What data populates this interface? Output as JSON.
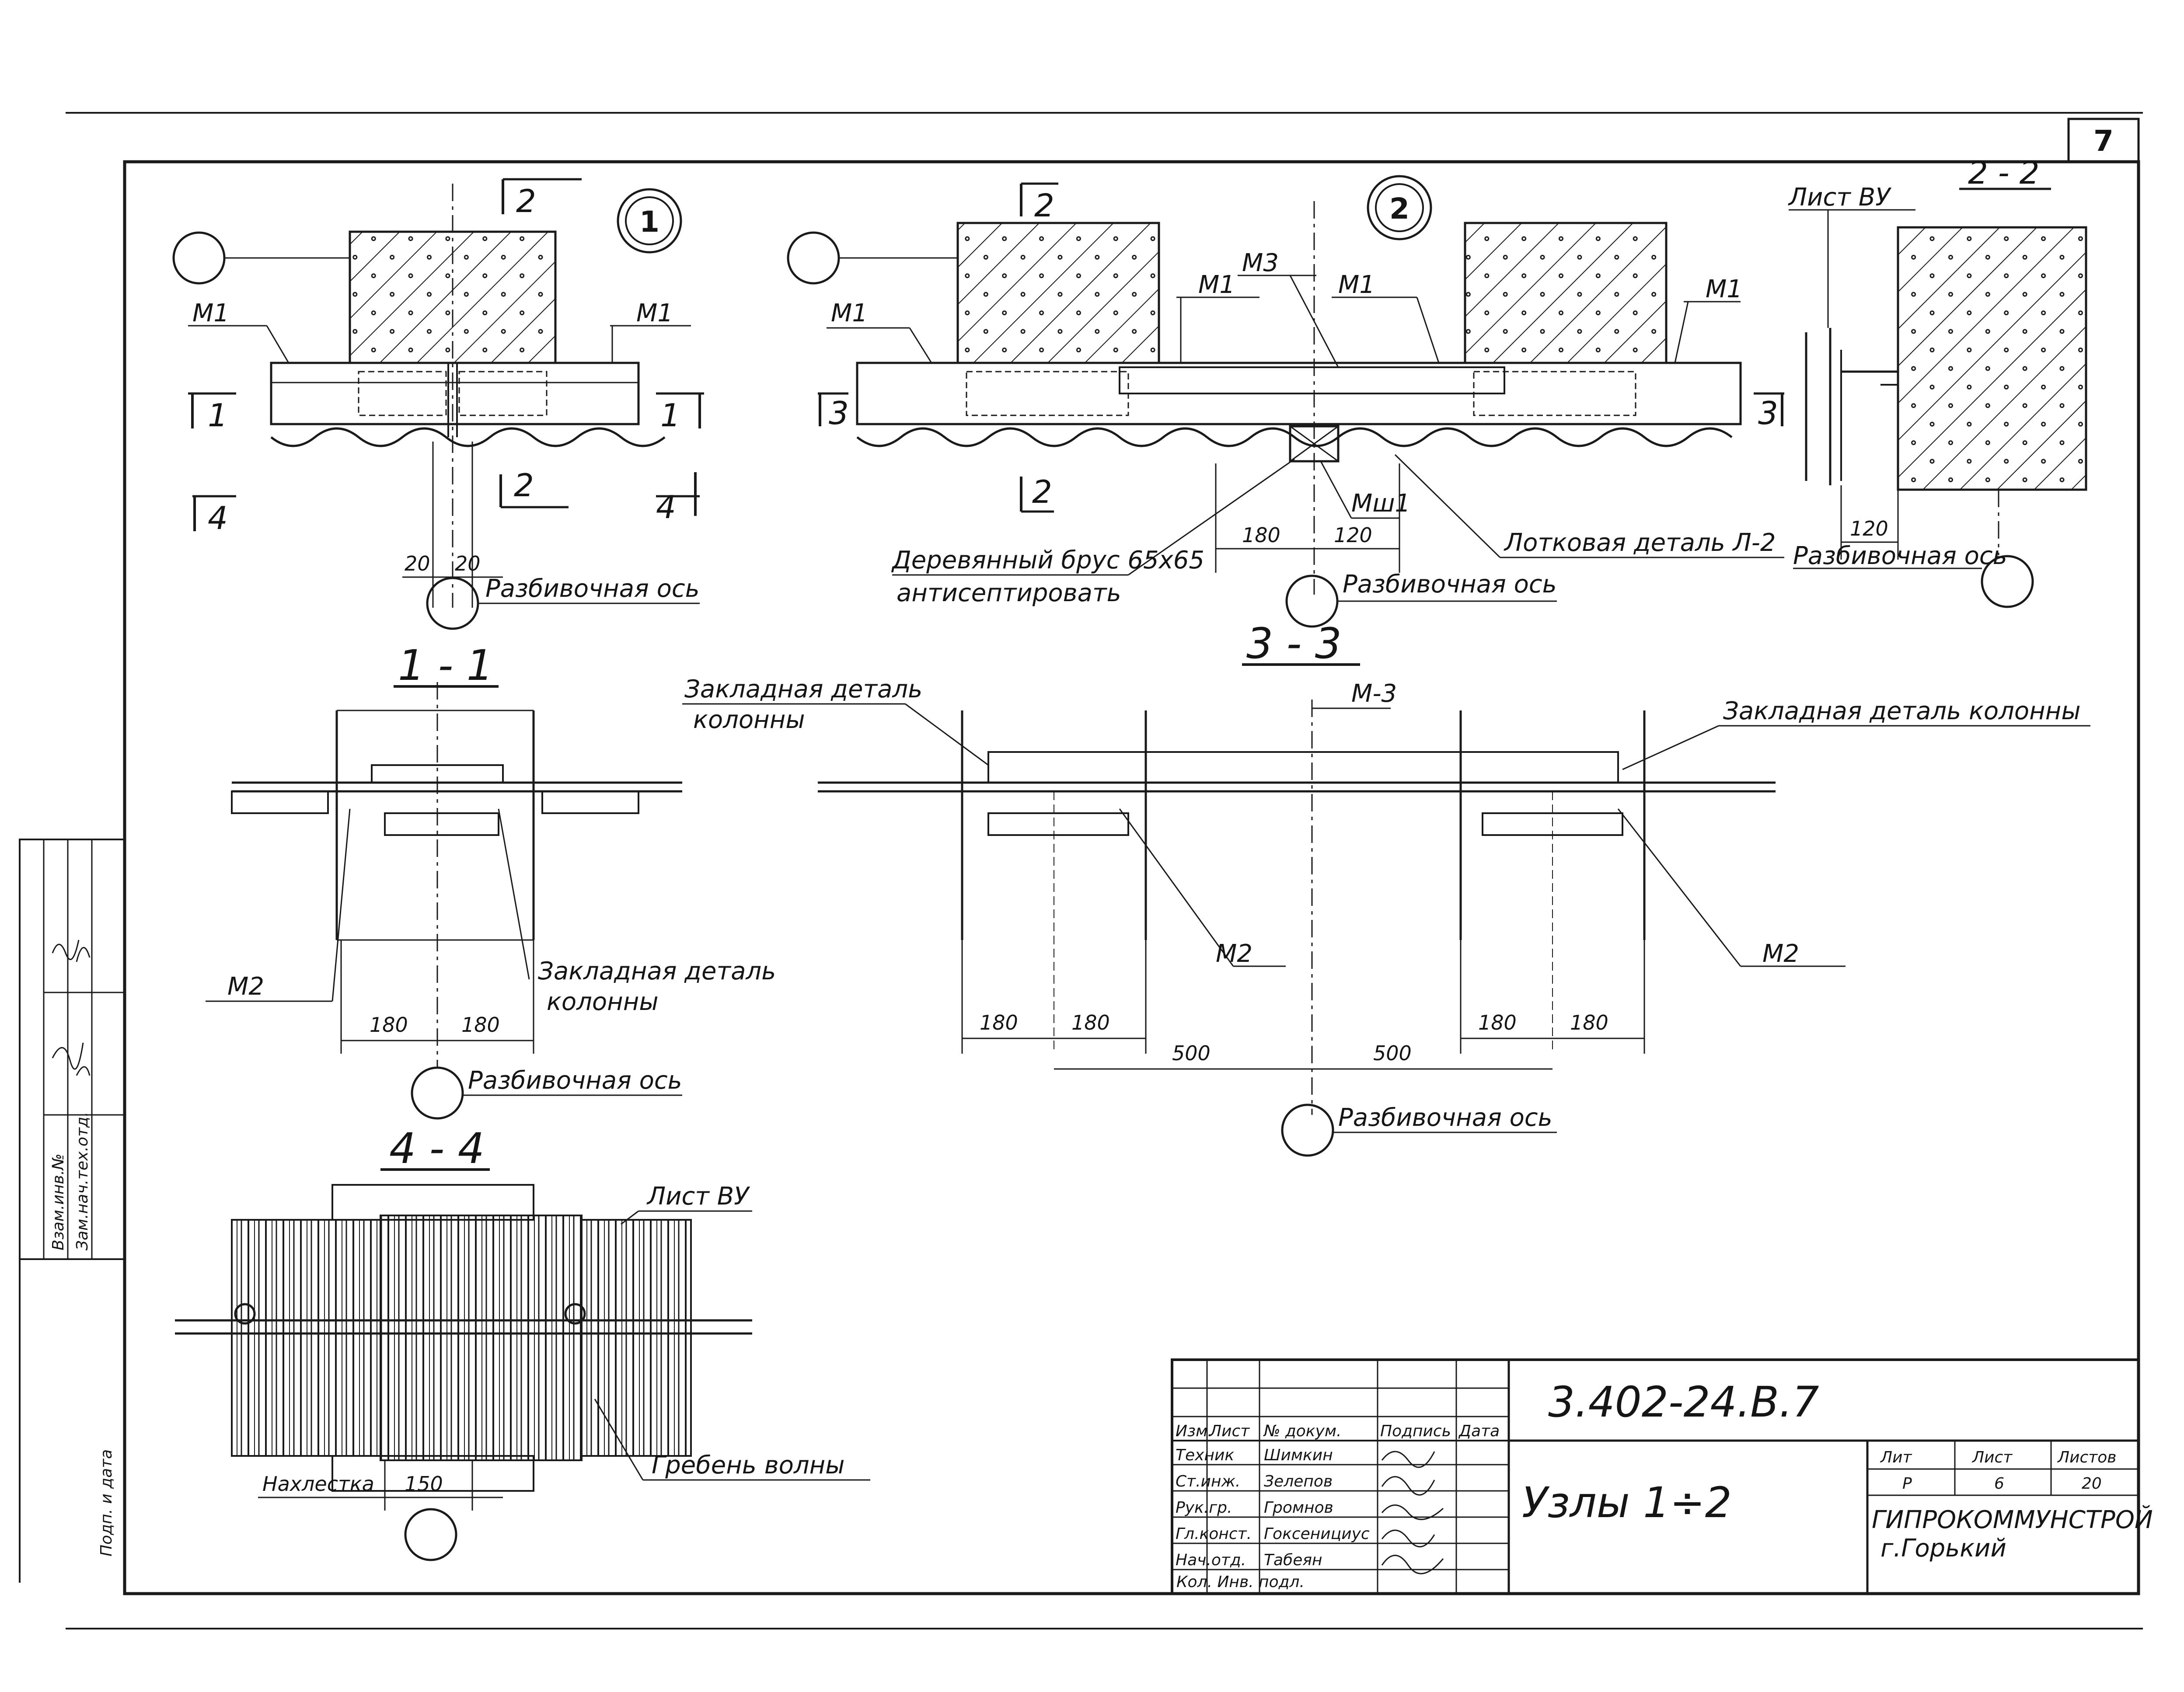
{
  "sheet": {
    "sheet_number": "7",
    "document_code": "3.402-24.В.7",
    "title": "Узлы 1÷2",
    "organization": "ГИПРОКОММУНСТРОЙ",
    "city": "г.Горький",
    "stage_header": "Лит",
    "sheet_header": "Лист",
    "sheets_header": "Листов",
    "stage": "Р",
    "sheet": "6",
    "sheets": "20",
    "footer_note": "Кол. Инв. подл."
  },
  "title_block": {
    "headers": [
      "Изм.",
      "Лист",
      "№ докум.",
      "Подпись",
      "Дата"
    ],
    "rows": [
      {
        "role": "Техник",
        "name": "Шимкин"
      },
      {
        "role": "Ст.инж.",
        "name": "Зелепов"
      },
      {
        "role": "Рук.гр.",
        "name": "Громнов"
      },
      {
        "role": "Гл.конст.",
        "name": "Гоксенициус"
      },
      {
        "role": "Нач.отд.",
        "name": "Табеян"
      }
    ]
  },
  "side_stamp": {
    "labels": [
      "Взам.инв.№",
      "Зам.нач.тех.отд.",
      "Подп. и дата"
    ]
  },
  "node1": {
    "number": "1",
    "section_cut_2": "2",
    "section_cut_1": "1",
    "section_cut_4": "4",
    "m1_left": "М1",
    "m1_right": "М1",
    "dim_a": "20",
    "dim_b": "20",
    "axis_label": "Разбивочная ось"
  },
  "node2": {
    "number": "2",
    "section_cut_2": "2",
    "section_cut_3": "3",
    "m1_far_left": "М1",
    "m1_mid_left": "М1",
    "m3": "М3",
    "m1_mid_right": "М1",
    "m1_far_right": "М1",
    "mw1": "Мш1",
    "wood_label_1": "Деревянный брус 65х65",
    "wood_label_2": "антисептировать",
    "tray_label": "Лотковая деталь Л-2",
    "dim_a": "180",
    "dim_b": "120",
    "axis_label": "Разбивочная ось"
  },
  "section_2_2": {
    "title": "2 - 2",
    "sheet_label": "Лист ВУ",
    "dim": "120",
    "axis_label": "Разбивочная ось"
  },
  "section_1_1": {
    "title": "1 - 1",
    "m2": "М2",
    "embed_1": "Закладная деталь",
    "embed_2": "колонны",
    "dim_a": "180",
    "dim_b": "180",
    "axis_label": "Разбивочная ось"
  },
  "section_3_3": {
    "title": "3 - 3",
    "embed_left_1": "Закладная деталь",
    "embed_left_2": "колонны",
    "m3": "М-3",
    "embed_right": "Закладная деталь колонны",
    "m2_left": "М2",
    "m2_right": "М2",
    "dim_180_1": "180",
    "dim_180_2": "180",
    "dim_180_3": "180",
    "dim_180_4": "180",
    "dim_500_1": "500",
    "dim_500_2": "500",
    "axis_label": "Разбивочная ось"
  },
  "section_4_4": {
    "title": "4 - 4",
    "sheet_label": "Лист ВУ",
    "overlap_label": "Нахлестка",
    "overlap_dim": "150",
    "crest_label": "Гребень волны"
  }
}
